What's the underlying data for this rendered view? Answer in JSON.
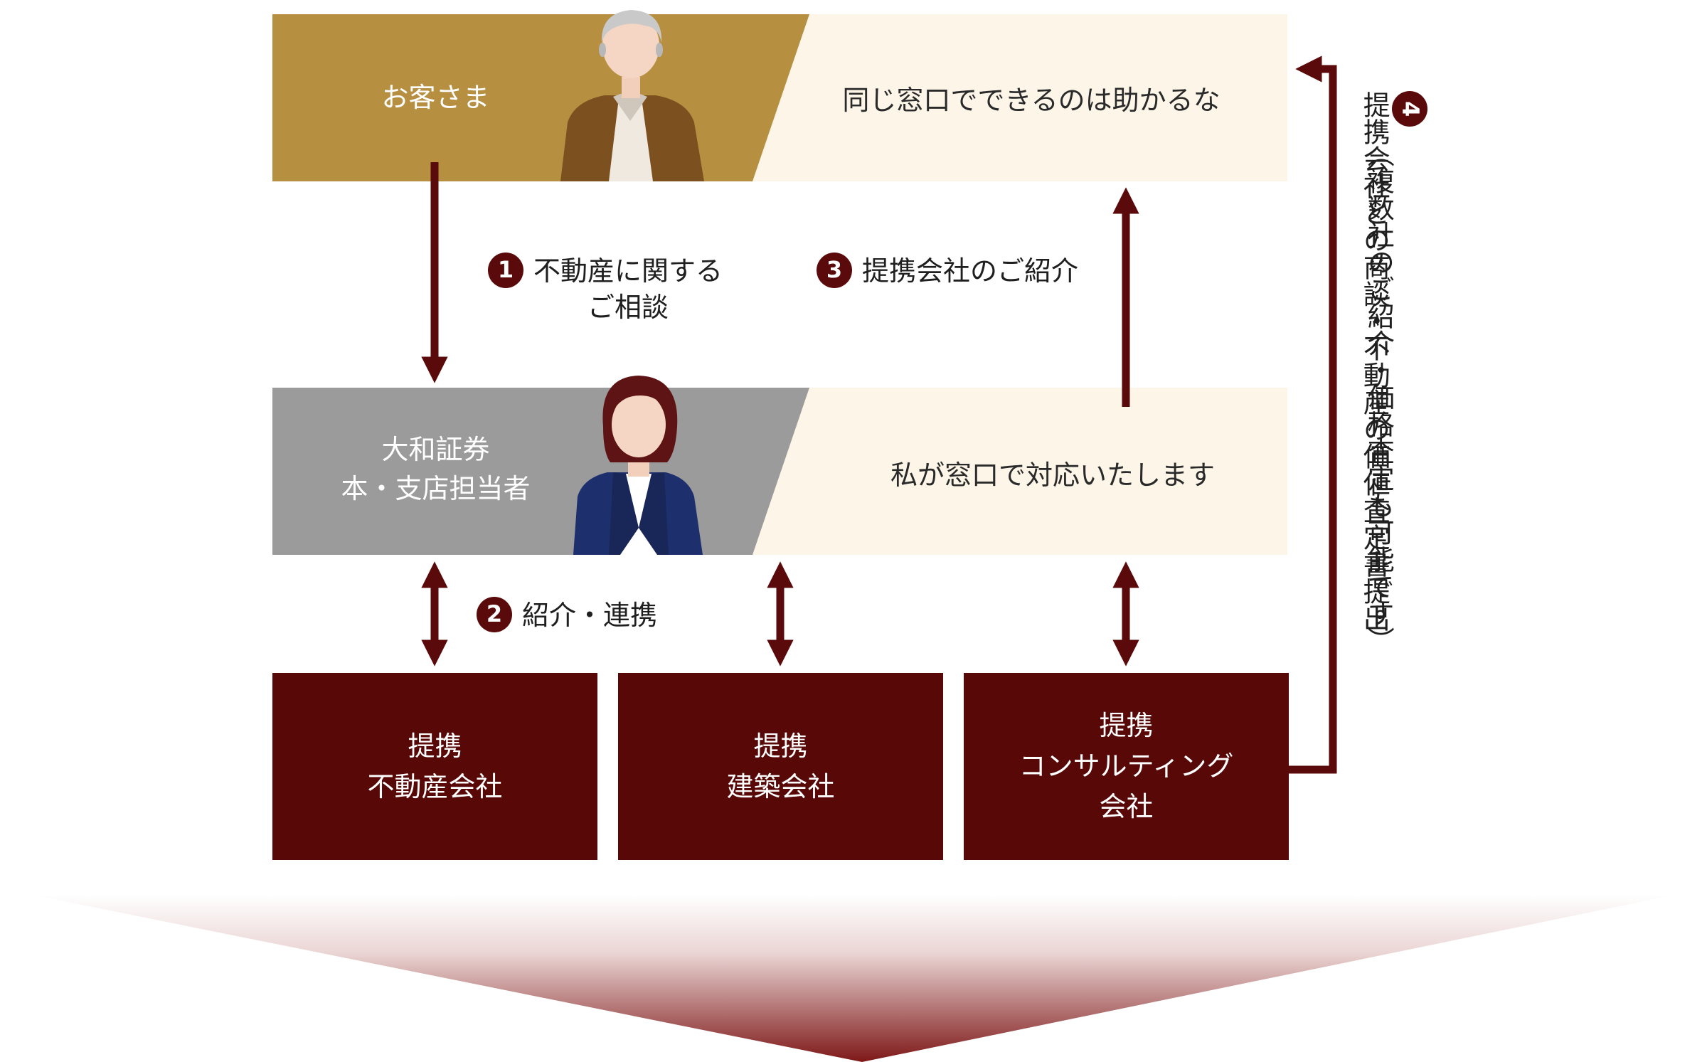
{
  "customer": {
    "label": "お客さま",
    "speech": "同じ窓口でできるのは助かるな"
  },
  "staff": {
    "label_line1": "大和証券",
    "label_line2": "本・支店担当者",
    "speech": "私が窓口で対応いたします"
  },
  "steps": [
    {
      "num": "1",
      "line1": "不動産に関する",
      "line2": "ご相談"
    },
    {
      "num": "2",
      "line1": "紹介・連携"
    },
    {
      "num": "3",
      "line1": "提携会社のご紹介"
    },
    {
      "num": "4",
      "line1": "提携会社との商談・不動産の価値査定書提出",
      "line2": "（複数社のご紹介・価格査定も可能です）"
    }
  ],
  "partners": [
    {
      "line1": "提携",
      "line2": "不動産会社"
    },
    {
      "line1": "提携",
      "line2": "建築会社"
    },
    {
      "line1": "提携",
      "line2": "コンサルティング",
      "line3": "会社"
    }
  ],
  "colors": {
    "gold": "#b78f40",
    "gray": "#9b9b9b",
    "cream": "#fdf6e8",
    "maroon": "#570807",
    "arrow": "#5a0a0a"
  }
}
